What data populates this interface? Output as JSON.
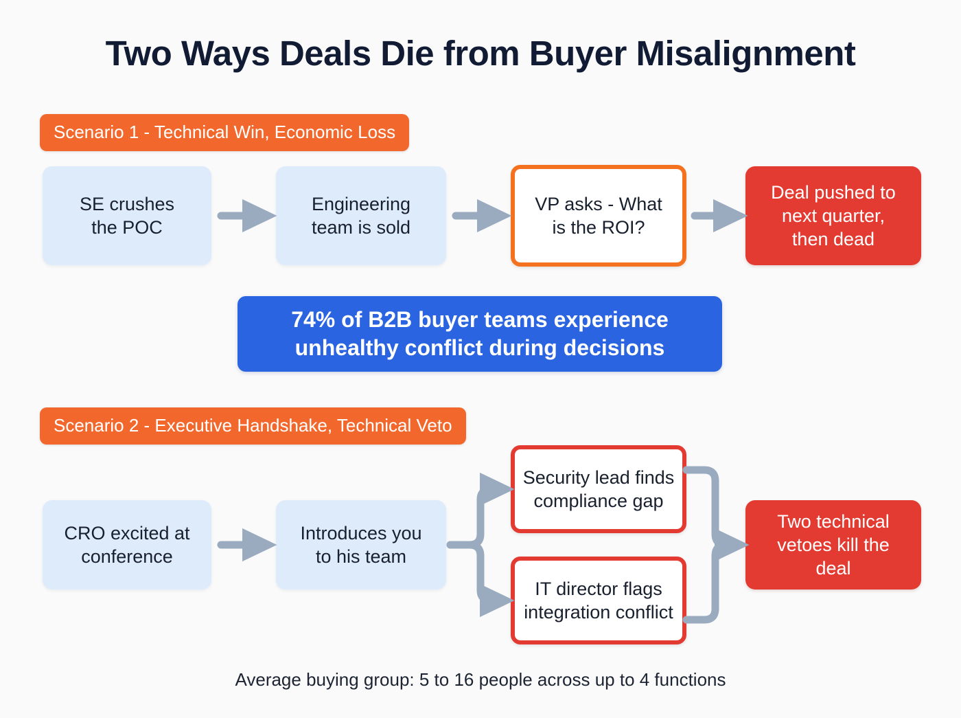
{
  "page": {
    "title": "Two Ways Deals Die from Buyer Misalignment",
    "background_color": "#fafafa",
    "title_color": "#111c34"
  },
  "colors": {
    "orange": "#f2682c",
    "orange_border": "#f4711f",
    "red": "#e33b31",
    "blue_box": "#ddebfa",
    "blue_banner": "#2a64e0",
    "arrow_gray": "#9aaabf",
    "text_dark": "#18202e",
    "text_light": "#ffffff"
  },
  "scenario_1": {
    "badge": "Scenario 1 - Technical Win, Economic Loss",
    "steps": [
      {
        "label": "SE crushes\nthe POC",
        "style": "blue"
      },
      {
        "label": "Engineering\nteam is sold",
        "style": "blue"
      },
      {
        "label": "VP asks - What\nis the ROI?",
        "style": "outline-orange"
      },
      {
        "label": "Deal pushed to\nnext quarter,\nthen dead",
        "style": "red"
      }
    ]
  },
  "stat_banner": {
    "text": "74% of B2B buyer teams experience\nunhealthy conflict during decisions",
    "percent": "74%"
  },
  "scenario_2": {
    "badge": "Scenario 2 - Executive Handshake, Technical Veto",
    "steps": [
      {
        "label": "CRO excited at\nconference",
        "style": "blue"
      },
      {
        "label": "Introduces you\nto his team",
        "style": "blue"
      },
      {
        "label": "Security lead finds\ncompliance gap",
        "style": "outline-red"
      },
      {
        "label": "IT director flags\nintegration conflict",
        "style": "outline-red"
      },
      {
        "label": "Two technical\nvetoes kill the\ndeal",
        "style": "red"
      }
    ]
  },
  "footnote": "Average buying group: 5 to 16 people across up to 4 functions"
}
